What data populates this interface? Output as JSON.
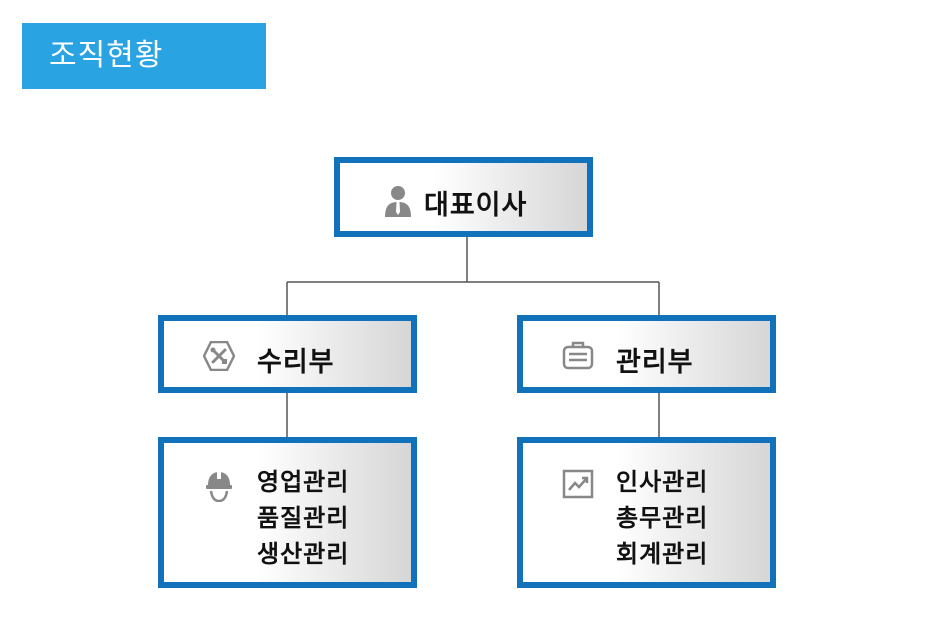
{
  "page_title": "조직현황",
  "org": {
    "ceo": {
      "label": "대표이사",
      "icon": "person-icon"
    },
    "repair": {
      "label": "수리부",
      "icon": "tools-icon",
      "subtasks": [
        "영업관리",
        "품질관리",
        "생산관리"
      ],
      "subtasks_icon": "hardhat-icon"
    },
    "management": {
      "label": "관리부",
      "icon": "briefcase-icon",
      "subtasks": [
        "인사관리",
        "총무관리",
        "회계관리"
      ],
      "subtasks_icon": "chart-icon"
    }
  },
  "colors": {
    "title_bg": "#29a3e1",
    "node_border": "#1171b9",
    "connector": "#555555",
    "icon": "#888888"
  }
}
